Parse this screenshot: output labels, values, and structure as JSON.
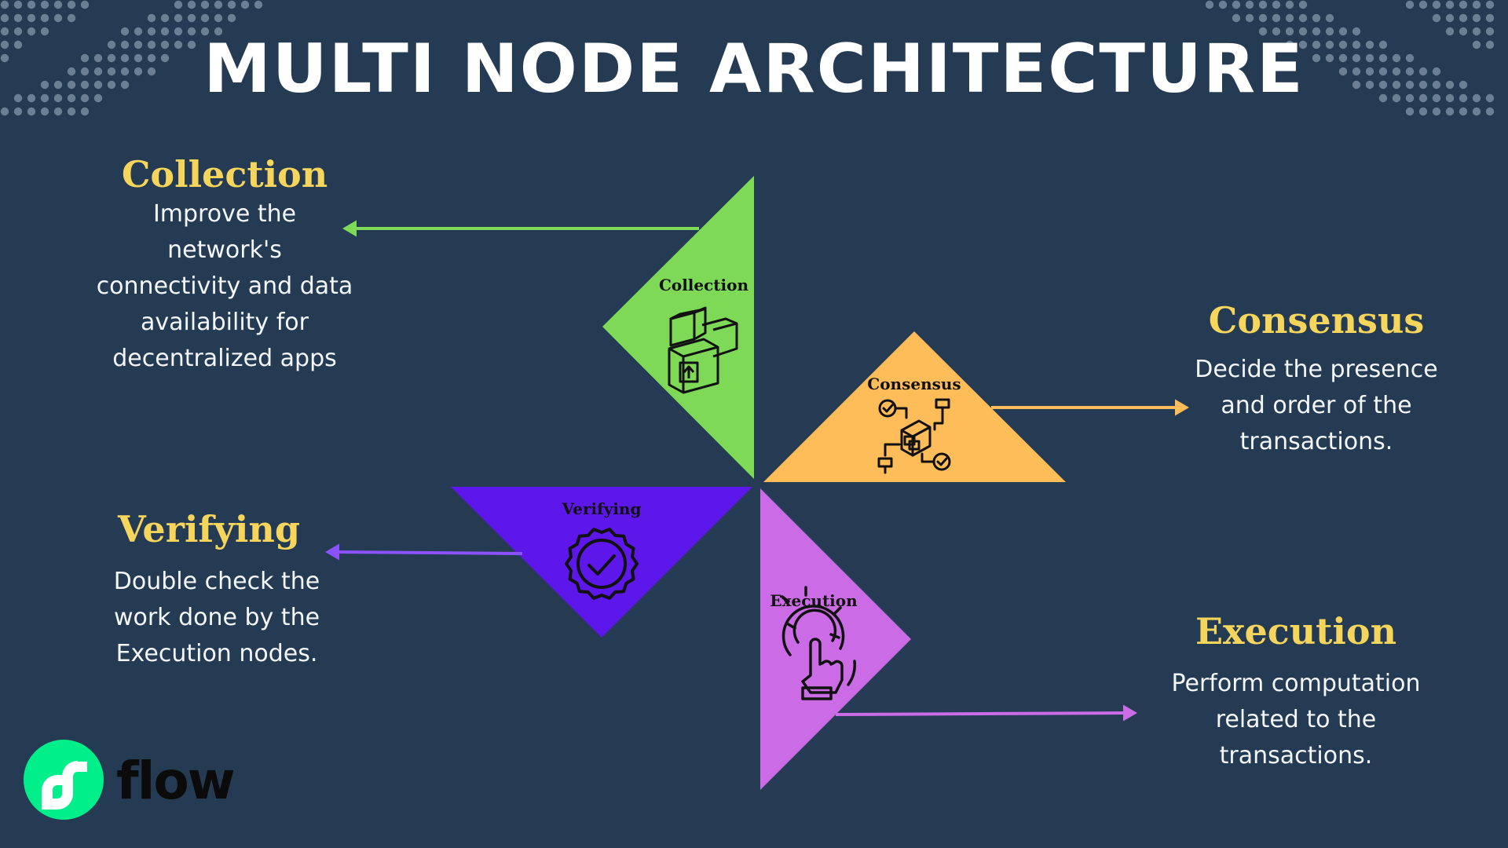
{
  "title": "MULTI NODE ARCHITECTURE",
  "nodes": {
    "collection": {
      "heading": "Collection",
      "label": "Collection",
      "description": [
        "Improve the",
        "network's",
        "connectivity and data",
        "availability for",
        "decentralized apps"
      ],
      "color": "#7ed957"
    },
    "consensus": {
      "heading": "Consensus",
      "label": "Consensus",
      "description": [
        "Decide the presence",
        "and order of the",
        "transactions."
      ],
      "color": "#ffbd59"
    },
    "verifying": {
      "heading": "Verifying",
      "label": "Verifying",
      "description": [
        "Double check the",
        "work done by the",
        "Execution nodes."
      ],
      "color": "#5e17eb"
    },
    "execution": {
      "heading": "Execution",
      "label": "Execution",
      "description": [
        "Perform computation",
        "related to the",
        "transactions."
      ],
      "color": "#cb6ce6"
    }
  },
  "logo": {
    "text": "flow",
    "icon": "flow-logo-icon",
    "color": "#00ef8b"
  },
  "colors": {
    "background": "#243b53",
    "heading": "#f6d55c",
    "dots": "#6b7f94"
  }
}
